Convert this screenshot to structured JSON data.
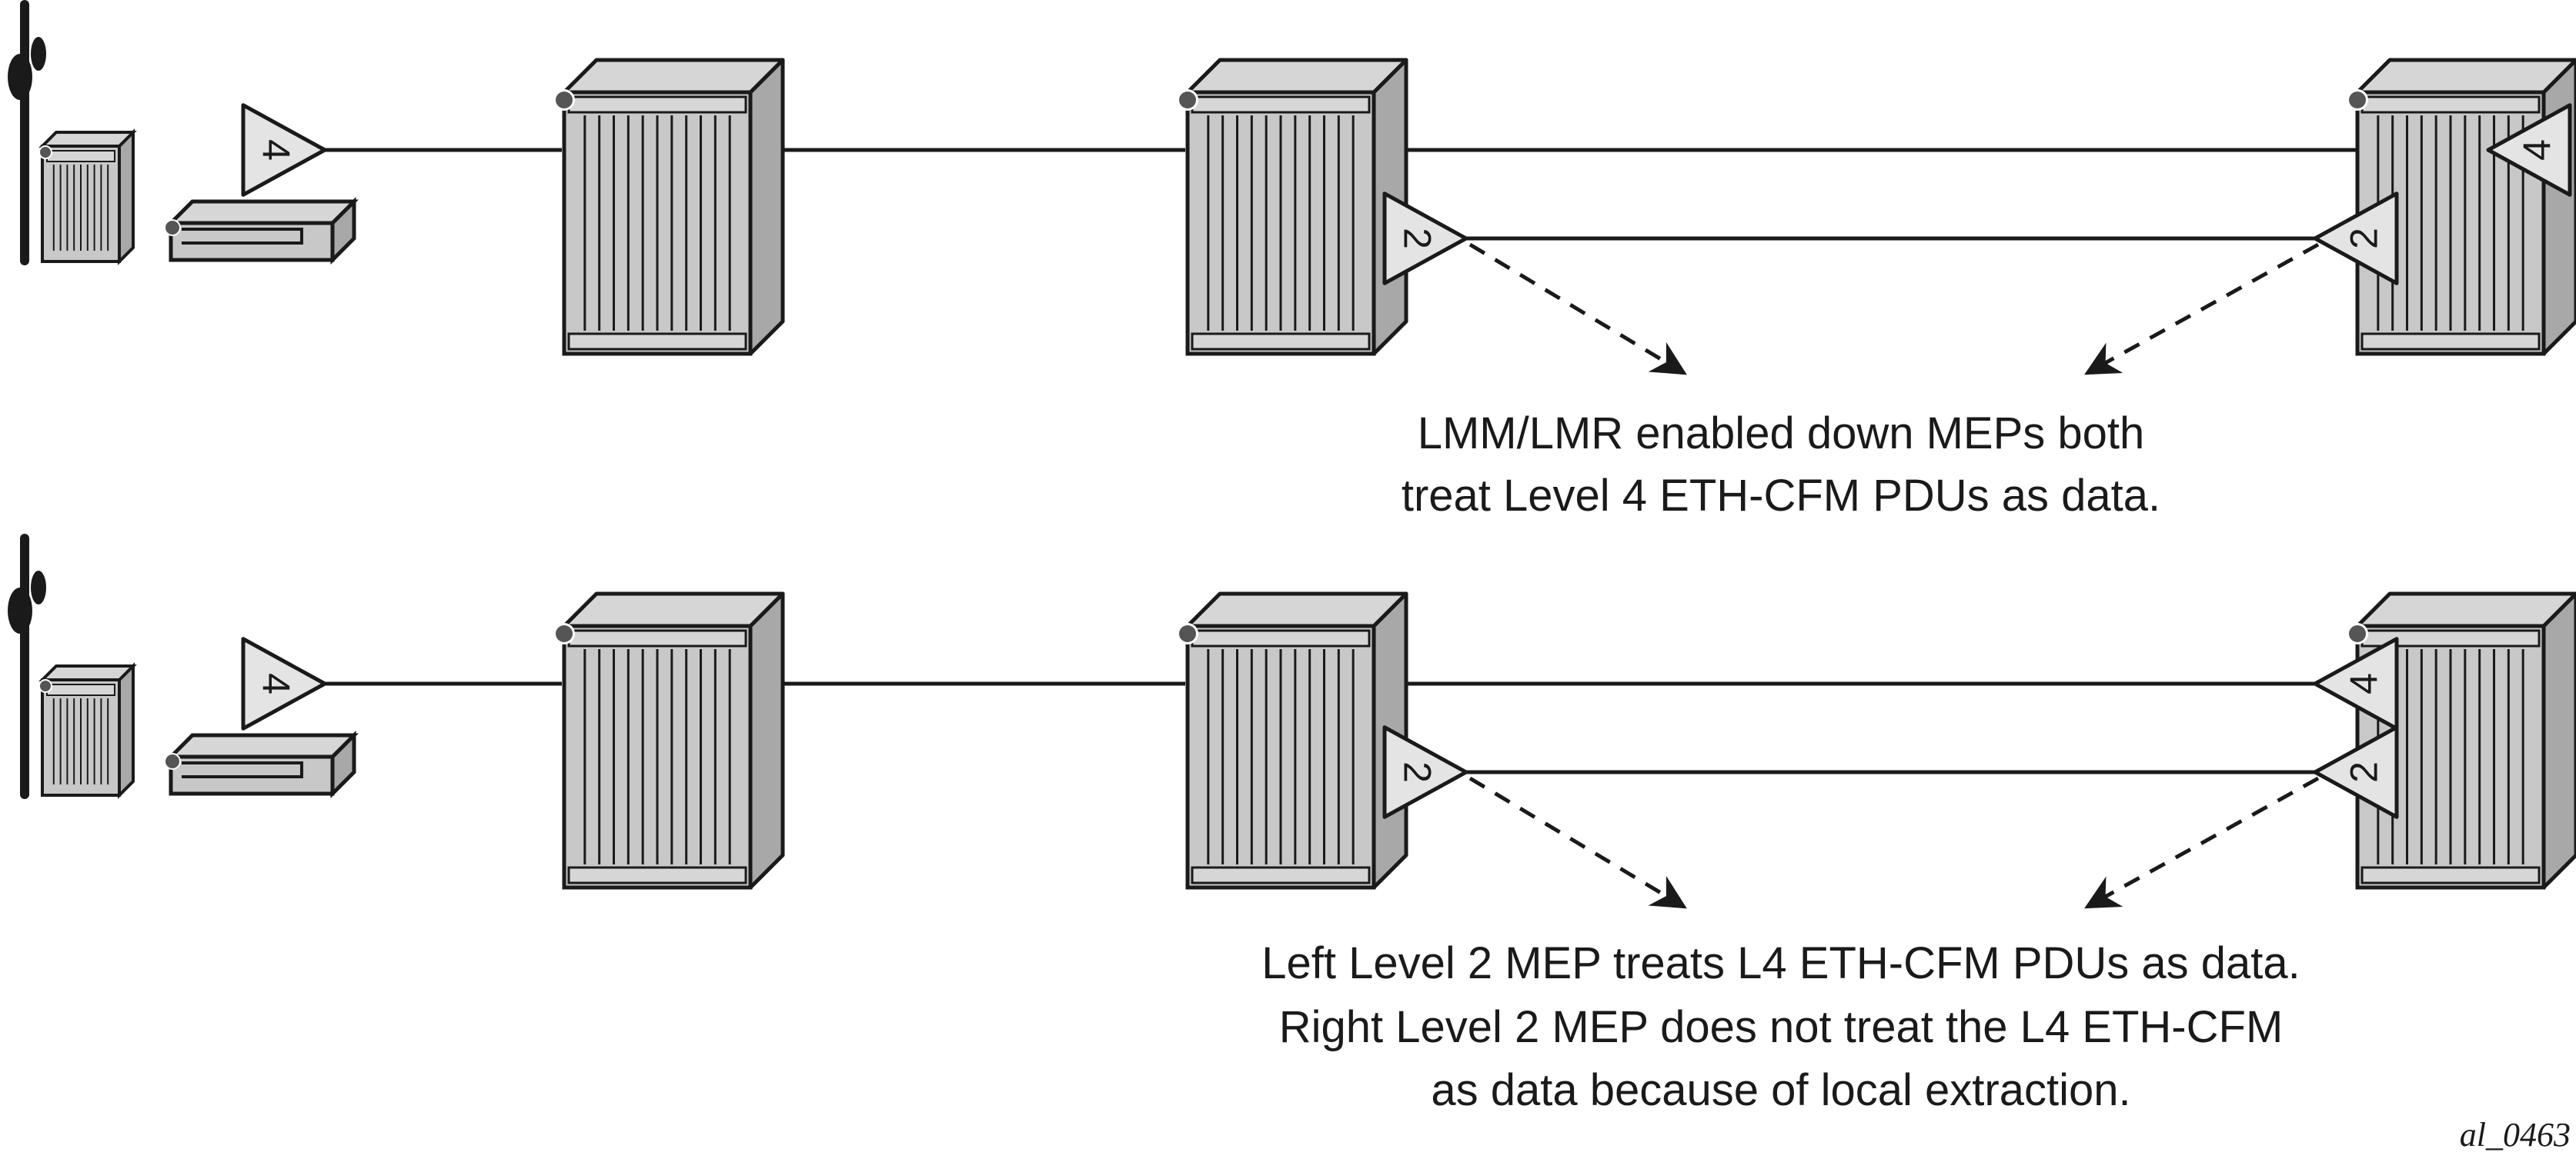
{
  "diagram": {
    "top_panel": {
      "left_mep_level": "4",
      "mid_mep_level": "2",
      "right_mep_upper_level": "4",
      "right_mep_lower_level": "2",
      "caption_lines": [
        "LMM/LMR enabled down MEPs both",
        "treat Level 4 ETH-CFM PDUs as data."
      ]
    },
    "bottom_panel": {
      "left_mep_level": "4",
      "mid_mep_level": "2",
      "right_mep_upper_level": "4",
      "right_mep_lower_level": "2",
      "caption_lines": [
        "Left Level 2 MEP treats L4 ETH-CFM PDUs as data.",
        "Right Level 2 MEP does not treat the L4 ETH-CFM",
        "as data because of local extraction."
      ]
    },
    "figure_id": "al_0463"
  },
  "colors": {
    "device_fill": "#c8c8c8",
    "device_top": "#d6d6d6",
    "device_side": "#a8a8a8",
    "stroke": "#1a1a1a",
    "port_dot": "#555555"
  },
  "icons": [
    "antenna-icon",
    "small-cpe-icon",
    "modem-icon",
    "router-icon",
    "mep-triangle-icon"
  ]
}
